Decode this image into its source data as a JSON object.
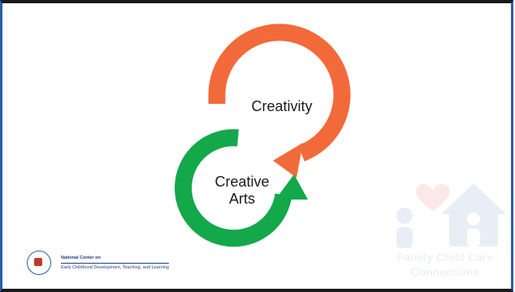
{
  "diagram": {
    "nodes": [
      {
        "id": "creativity",
        "label": "Creativity",
        "color": "#f26a3a"
      },
      {
        "id": "creative-arts",
        "label": "Creative\nArts",
        "color": "#13a84a"
      }
    ],
    "edges": [
      {
        "from": "creativity",
        "to": "creative-arts"
      },
      {
        "from": "creative-arts",
        "to": "creativity"
      }
    ]
  },
  "footer": {
    "org_line1": "National Center on",
    "org_line2": "Early Childhood Development, Teaching, and Learning",
    "seal_icon": "office-of-head-start-seal-icon"
  },
  "watermark": {
    "text_line1": "Family Child Care",
    "text_line2": "Connections",
    "icon": "family-house-heart-icon"
  }
}
